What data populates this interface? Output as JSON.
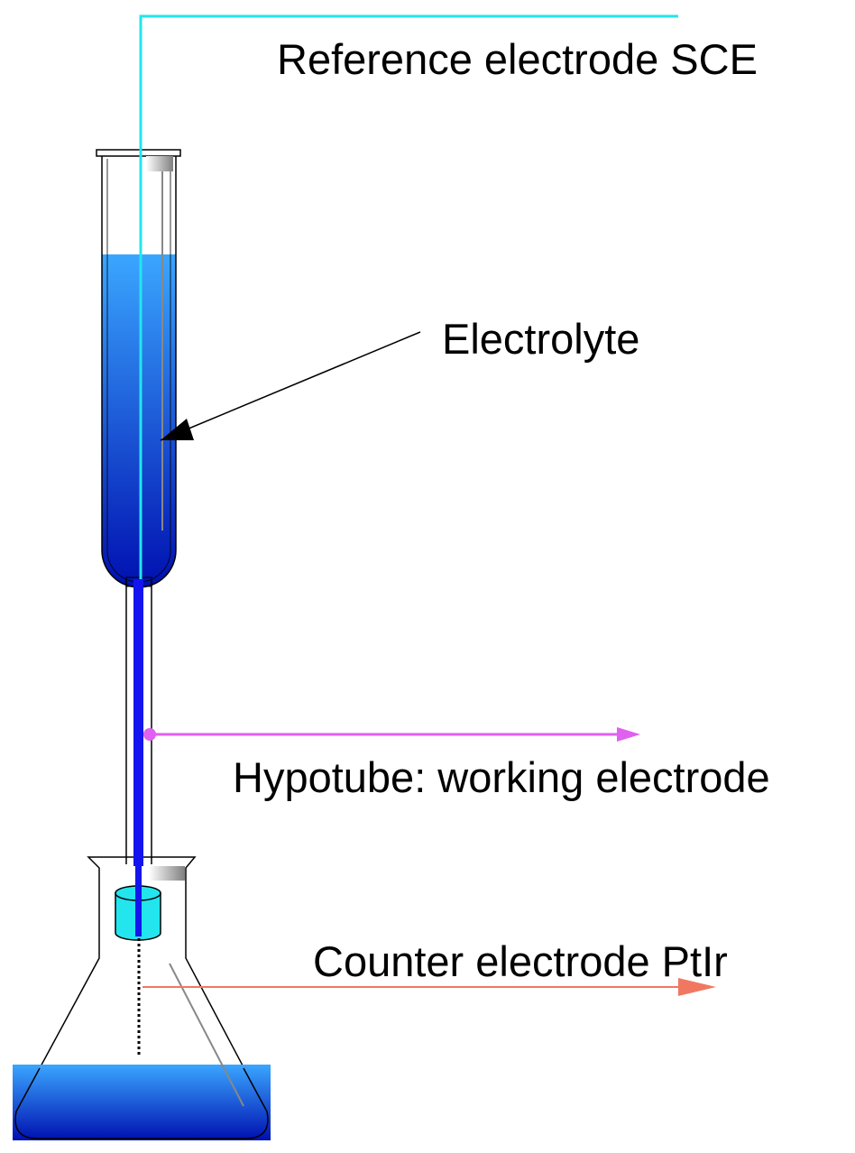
{
  "labels": {
    "reference": "Reference electrode SCE",
    "electrolyte": "Electrolyte",
    "hypotube": "Hypotube: working electrode",
    "counter": "Counter electrode PtIr"
  },
  "colors": {
    "reference_wire": "#22e5ee",
    "hypotube": "#1414ee",
    "hypotube_pointer": "#e060f0",
    "counter_pointer": "#f07860",
    "electrolyte_top": "#3aa6ff",
    "electrolyte_bottom": "#0010b0",
    "counter_cylinder": "#22e5ee"
  }
}
